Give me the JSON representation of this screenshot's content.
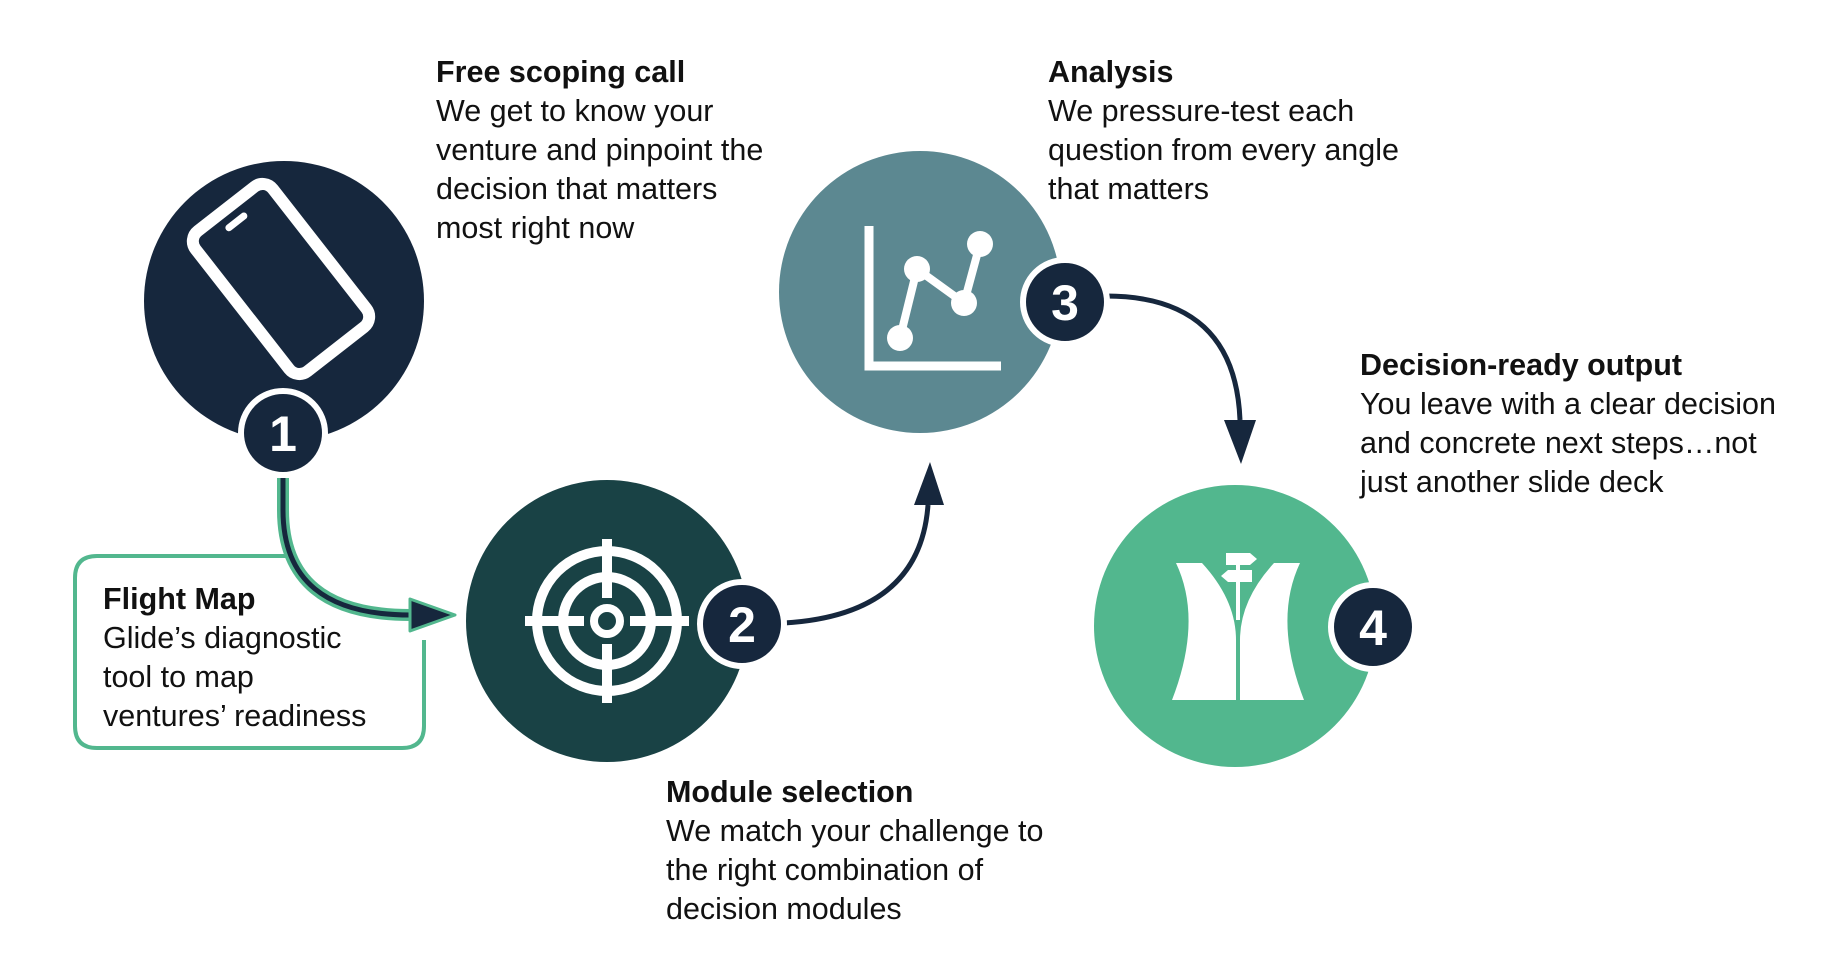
{
  "colors": {
    "step1": "#16273d",
    "step2": "#194245",
    "step3": "#5c8891",
    "step4": "#52b78e",
    "badge": "#16273d",
    "arrow": "#16273d",
    "flight_map_accent": "#52b78e"
  },
  "steps": [
    {
      "number": "1",
      "icon": "smartphone-icon",
      "title": "Free scoping call",
      "lines": [
        "We get to know your",
        "venture and pinpoint the",
        "decision that matters",
        "most right now"
      ]
    },
    {
      "number": "2",
      "icon": "target-crosshair-icon",
      "title": "Module selection",
      "lines": [
        "We match your challenge to",
        "the right combination of",
        "decision modules"
      ]
    },
    {
      "number": "3",
      "icon": "line-chart-icon",
      "title": "Analysis",
      "lines": [
        "We pressure-test each",
        "question from every angle",
        "that matters"
      ]
    },
    {
      "number": "4",
      "icon": "crossroads-signpost-icon",
      "title": "Decision-ready output",
      "lines": [
        "You leave with a clear decision",
        "and concrete next steps…not",
        "just another slide deck"
      ]
    }
  ],
  "flight_map": {
    "title": "Flight Map",
    "lines": [
      "Glide’s diagnostic",
      "tool to map",
      "ventures’ readiness"
    ]
  }
}
